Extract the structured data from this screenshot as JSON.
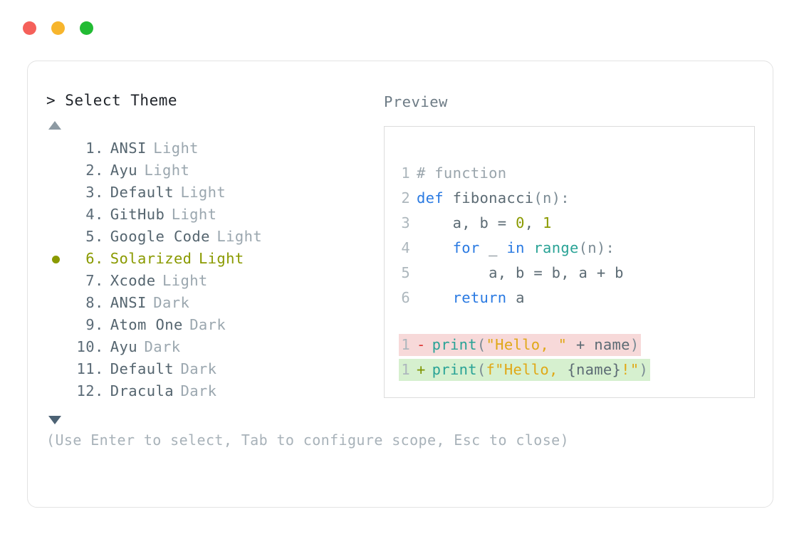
{
  "window": {
    "traffic_lights": [
      {
        "name": "close",
        "color": "#f5605a"
      },
      {
        "name": "minimize",
        "color": "#f7b52c"
      },
      {
        "name": "maximize",
        "color": "#22bb33"
      }
    ]
  },
  "picker": {
    "prompt": "> Select Theme",
    "scroll_up_indicator": "▲",
    "scroll_down_indicator": "▼",
    "selected_index": 6,
    "selected_color": "#8a9a00",
    "items": [
      {
        "number": "1.",
        "name": "ANSI",
        "variant": "Light",
        "selected": false
      },
      {
        "number": "2.",
        "name": "Ayu",
        "variant": "Light",
        "selected": false
      },
      {
        "number": "3.",
        "name": "Default",
        "variant": "Light",
        "selected": false
      },
      {
        "number": "4.",
        "name": "GitHub",
        "variant": "Light",
        "selected": false
      },
      {
        "number": "5.",
        "name": "Google Code",
        "variant": "Light",
        "selected": false
      },
      {
        "number": "6.",
        "name": "Solarized",
        "variant": "Light",
        "selected": true
      },
      {
        "number": "7.",
        "name": "Xcode",
        "variant": "Light",
        "selected": false
      },
      {
        "number": "8.",
        "name": "ANSI",
        "variant": "Dark",
        "selected": false
      },
      {
        "number": "9.",
        "name": "Atom One",
        "variant": "Dark",
        "selected": false
      },
      {
        "number": "10.",
        "name": "Ayu",
        "variant": "Dark",
        "selected": false
      },
      {
        "number": "11.",
        "name": "Default",
        "variant": "Dark",
        "selected": false
      },
      {
        "number": "12.",
        "name": "Dracula",
        "variant": "Dark",
        "selected": false
      }
    ],
    "hint": "(Use Enter to select, Tab to configure scope, Esc to close)"
  },
  "preview": {
    "label": "Preview",
    "code_lines": [
      {
        "ln": "1",
        "tokens": [
          {
            "t": "# function",
            "c": "cmt"
          }
        ]
      },
      {
        "ln": "2",
        "tokens": [
          {
            "t": "def ",
            "c": "kw"
          },
          {
            "t": "fibonacci",
            "c": "fn"
          },
          {
            "t": "(n):",
            "c": "punct"
          }
        ]
      },
      {
        "ln": "3",
        "tokens": [
          {
            "t": "    a, b = ",
            "c": "plain"
          },
          {
            "t": "0",
            "c": "num"
          },
          {
            "t": ", ",
            "c": "plain"
          },
          {
            "t": "1",
            "c": "num"
          }
        ]
      },
      {
        "ln": "4",
        "tokens": [
          {
            "t": "    ",
            "c": "plain"
          },
          {
            "t": "for",
            "c": "kw"
          },
          {
            "t": " _ ",
            "c": "plain"
          },
          {
            "t": "in",
            "c": "kw"
          },
          {
            "t": " ",
            "c": "plain"
          },
          {
            "t": "range",
            "c": "builtin"
          },
          {
            "t": "(n):",
            "c": "punct"
          }
        ]
      },
      {
        "ln": "5",
        "tokens": [
          {
            "t": "        a, b = b, a + b",
            "c": "plain"
          }
        ]
      },
      {
        "ln": "6",
        "tokens": [
          {
            "t": "    ",
            "c": "plain"
          },
          {
            "t": "return",
            "c": "kw"
          },
          {
            "t": " a",
            "c": "plain"
          }
        ]
      }
    ],
    "diff_lines": [
      {
        "ln": "1",
        "sign": "-",
        "kind": "del",
        "tokens": [
          {
            "t": "print",
            "c": "builtin"
          },
          {
            "t": "(",
            "c": "punct"
          },
          {
            "t": "\"Hello, \"",
            "c": "str"
          },
          {
            "t": " + ",
            "c": "plain"
          },
          {
            "t": "name",
            "c": "plain"
          },
          {
            "t": ")",
            "c": "punct"
          }
        ]
      },
      {
        "ln": "1",
        "sign": "+",
        "kind": "add",
        "tokens": [
          {
            "t": "print",
            "c": "builtin"
          },
          {
            "t": "(",
            "c": "punct"
          },
          {
            "t": "f\"Hello, ",
            "c": "str"
          },
          {
            "t": "{name}",
            "c": "plain"
          },
          {
            "t": "!\"",
            "c": "str"
          },
          {
            "t": ")",
            "c": "punct"
          }
        ]
      }
    ]
  }
}
